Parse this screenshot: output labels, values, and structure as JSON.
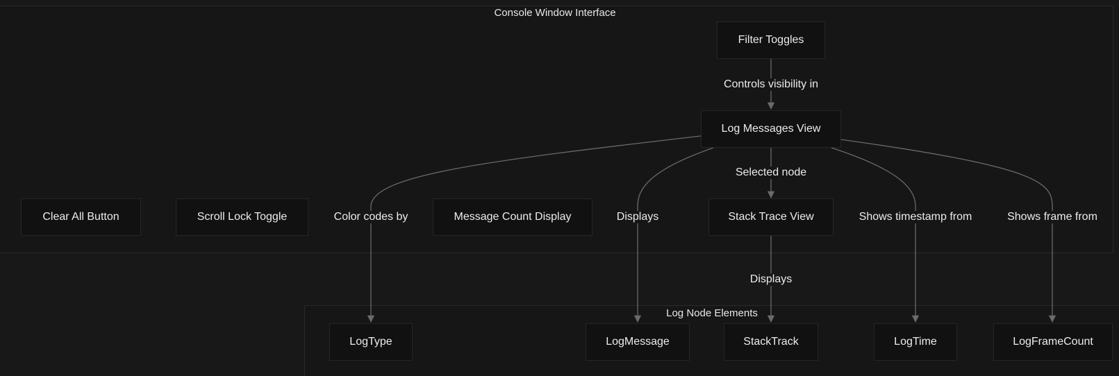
{
  "clusters": {
    "console": {
      "title": "Console Window Interface"
    },
    "log_node": {
      "title": "Log Node Elements"
    }
  },
  "nodes": {
    "filter_toggles": "Filter Toggles",
    "log_messages_view": "Log Messages View",
    "clear_all_button": "Clear All Button",
    "scroll_lock_toggle": "Scroll Lock Toggle",
    "message_count_display": "Message Count Display",
    "stack_trace_view": "Stack Trace View",
    "log_type": "LogType",
    "log_message": "LogMessage",
    "stack_track": "StackTrack",
    "log_time": "LogTime",
    "log_frame_count": "LogFrameCount"
  },
  "edges": [
    {
      "from": "filter_toggles",
      "to": "log_messages_view",
      "label": "Controls visibility in"
    },
    {
      "from": "log_messages_view",
      "to": "log_type",
      "label": "Color codes by"
    },
    {
      "from": "log_messages_view",
      "to": "log_message",
      "label": "Displays"
    },
    {
      "from": "log_messages_view",
      "to": "stack_trace_view",
      "label": "Selected node"
    },
    {
      "from": "log_messages_view",
      "to": "log_time",
      "label": "Shows timestamp from"
    },
    {
      "from": "log_messages_view",
      "to": "log_frame_count",
      "label": "Shows frame from"
    },
    {
      "from": "stack_trace_view",
      "to": "stack_track",
      "label": "Displays"
    }
  ],
  "colors": {
    "background": "#181818",
    "node_fill": "#111111",
    "edge_stroke": "#6a6a6a",
    "text": "#ececec"
  }
}
